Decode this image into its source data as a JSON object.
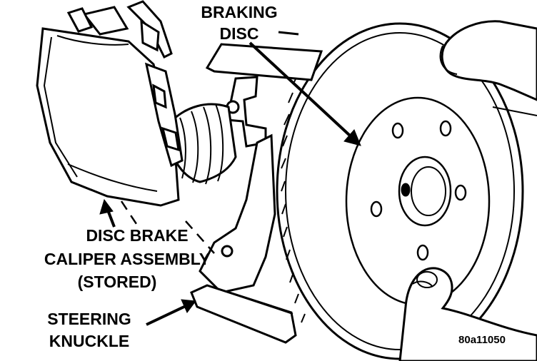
{
  "labels": {
    "braking_disc": [
      "BRAKING",
      "DISC"
    ],
    "caliper": [
      "DISC BRAKE",
      "CALIPER ASSEMBLY",
      "(STORED)"
    ],
    "knuckle": [
      "STEERING",
      "KNUCKLE"
    ]
  },
  "figure_id": "80a11050",
  "colors": {
    "ink": "#000000",
    "paper": "#ffffff"
  }
}
